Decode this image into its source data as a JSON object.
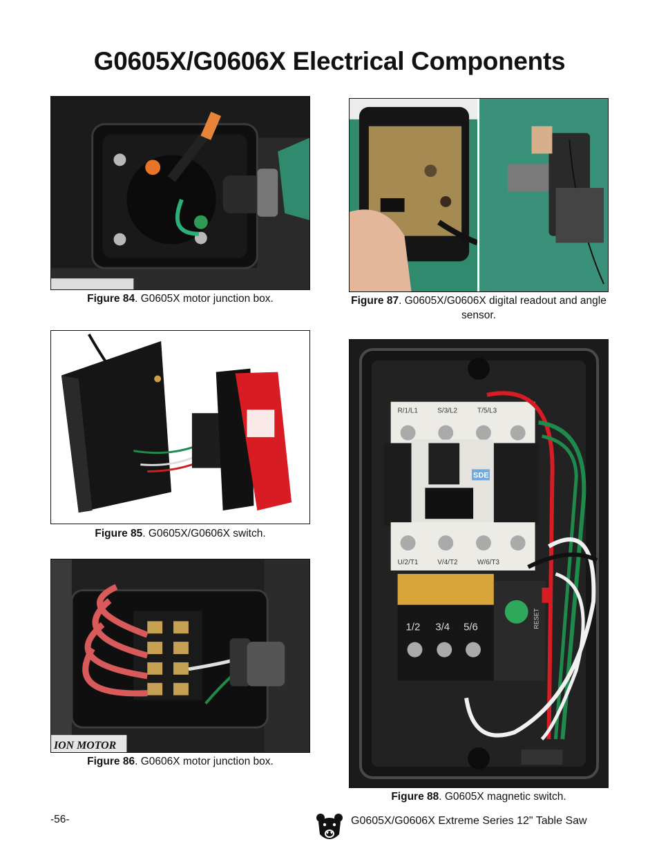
{
  "page": {
    "title": "G0605X/G0606X Electrical Components",
    "page_number": "-56-",
    "footer_text": "G0605X/G0606X Extreme Series 12\" Table Saw",
    "footer_icon": "grizzly-bear-icon"
  },
  "figures": [
    {
      "label": "Figure 84",
      "text": ". G0605X motor junction box."
    },
    {
      "label": "Figure 85",
      "text": ". G0605X/G0606X switch."
    },
    {
      "label": "Figure 86",
      "text": ". G0606X motor junction box."
    },
    {
      "label": "Figure 87",
      "text": ". G0605X/G0606X digital readout and angle sensor."
    },
    {
      "label": "Figure 88",
      "text": ". G0605X magnetic switch."
    }
  ],
  "photo_labels": {
    "fig86_plate": "ION MOTOR",
    "fig88_top_terminals": [
      "R/1/L1",
      "S/3/L2",
      "T/5/L3"
    ],
    "fig88_bottom_terminals": [
      "U/2/T1",
      "V/4/T2",
      "W/6/T3"
    ],
    "fig88_brand": "SDE",
    "fig88_relay_terminals": [
      "1/2",
      "3/4",
      "5/6"
    ],
    "fig88_reset": "RESET"
  },
  "colors": {
    "photo_bg": "#1a1a1a",
    "box_black": "#141414",
    "machine_green": "#2f8a6e",
    "red": "#d81c24",
    "wire_green": "#1f8a4c",
    "contactor_white": "#ecebe6"
  }
}
